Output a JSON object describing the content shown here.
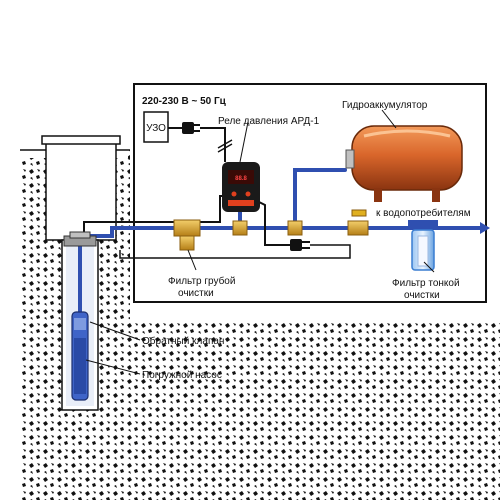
{
  "labels": {
    "voltage": "220-230 В ~ 50 Гц",
    "uzo": "УЗО",
    "relay": "Реле давления АРД-1",
    "accumulator": "Гидроаккумулятор",
    "consumers": "к водопотребителям",
    "coarse_filter_1": "Фильтр грубой",
    "coarse_filter_2": "очистки",
    "fine_filter_1": "Фильтр тонкой",
    "fine_filter_2": "очистки",
    "check_valve": "Обратный клапан",
    "pump": "Погружной насос",
    "relay_display": "88.8"
  },
  "colors": {
    "pipe": "#2f4fb0",
    "tank": "#d9662b",
    "relay_body": "#1a1a1a",
    "relay_accent": "#e0401e",
    "valve_brass": "#d9a22a",
    "filter_blue": "#3a7dd1",
    "ground": "#111111"
  }
}
